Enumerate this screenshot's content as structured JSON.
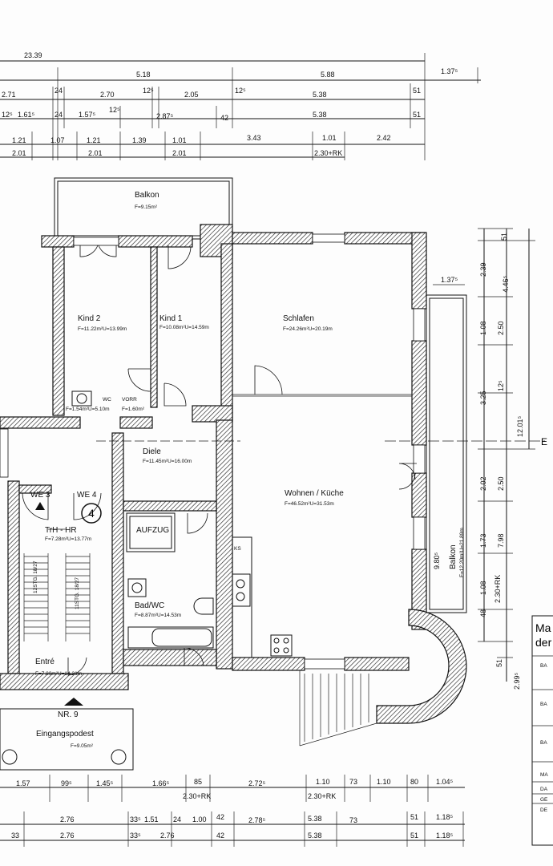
{
  "dimensions": {
    "overall_top": "23.39",
    "row1": [
      "5.18",
      "5.88",
      "1.37⁵"
    ],
    "row2": [
      "2.71",
      "24",
      "2.70",
      "12⁵",
      "2.05",
      "12⁵",
      "5.38",
      "51"
    ],
    "row3": [
      "12⁵",
      "1.61⁵",
      "24",
      "1.57⁵",
      "12⁵",
      "2.87⁵",
      "42",
      "5.38",
      "51"
    ],
    "row4": [
      "1.21",
      "1.07",
      "1.21",
      "1.39",
      "1.01",
      "3.43",
      "1.01",
      "2.42"
    ],
    "row5": [
      "2.01",
      "2.01",
      "2.01",
      "2.30+RK"
    ],
    "right_column": [
      "51",
      "2.39",
      "1.37⁵",
      "4.46⁵",
      "1.08",
      "2.50",
      "12⁵",
      "3.25",
      "12.01⁵",
      "2.02",
      "2.50",
      "1.73",
      "7.98",
      "1.08",
      "2.30+RK",
      "48",
      "9.80⁵",
      "51",
      "2.99⁵"
    ],
    "bottom_row1": [
      "1.57",
      "99⁵",
      "1.45⁵",
      "1.66⁵",
      "85",
      "2.30+RK",
      "2.72⁵",
      "1.10",
      "73",
      "1.10",
      "80",
      "1.04⁵",
      "2.30+RK"
    ],
    "bottom_row2": [
      "2.76",
      "33⁵",
      "1.51",
      "24",
      "1.00",
      "42",
      "2.78⁵",
      "5.38",
      "73",
      "51",
      "1.18⁵"
    ],
    "bottom_row3": [
      "33",
      "2.76",
      "33⁵",
      "2.76",
      "42",
      "5.38",
      "51",
      "1.18⁵"
    ]
  },
  "rooms": {
    "balkon_top": {
      "name": "Balkon",
      "area": "F=9.15m²"
    },
    "kind2": {
      "name": "Kind 2",
      "area": "F=11.22m²U=13.99m"
    },
    "kind1": {
      "name": "Kind 1",
      "area": "F=10.08m²U=14.59m"
    },
    "schlafen": {
      "name": "Schlafen",
      "area": "F=24.26m²U=20.19m"
    },
    "wc": {
      "name": "WC",
      "area": "F=1.54m²U=5.10m"
    },
    "vorr": {
      "name": "VORR",
      "area": "F=1.60m²"
    },
    "diele": {
      "name": "Diele",
      "area": "F=11.45m²U=16.00m"
    },
    "wohnen": {
      "name": "Wohnen / Küche",
      "area": "F=46.52m²U=31.53m"
    },
    "we3": {
      "name": "WE 3"
    },
    "we4": {
      "name": "WE 4"
    },
    "trh": {
      "name": "TrH - HR",
      "area": "F=7.28m²U=13.77m"
    },
    "aufzug": {
      "name": "AUFZUG"
    },
    "bad": {
      "name": "Bad/WC",
      "area": "F=8.87m²U=14.53m"
    },
    "entre": {
      "name": "Entré",
      "area": "F=7.80m²U=14.21m"
    },
    "ks": {
      "name": "KS"
    },
    "balkon_right": {
      "name": "Balkon",
      "area": "F=12.20m²U=21.89m"
    },
    "nr": {
      "name": "NR. 9"
    },
    "eingang": {
      "name": "Eingangspodest",
      "area": "F=9.05m²"
    }
  },
  "stairs": {
    "left": "12STG. 18/27",
    "right": "11STG. 18/27"
  },
  "handwritten_mark": "4",
  "legend": {
    "lines": [
      "Ma",
      "der"
    ],
    "rows": [
      "BA",
      "BA",
      "BA",
      "MA",
      "DA",
      "GE",
      "DE"
    ]
  }
}
